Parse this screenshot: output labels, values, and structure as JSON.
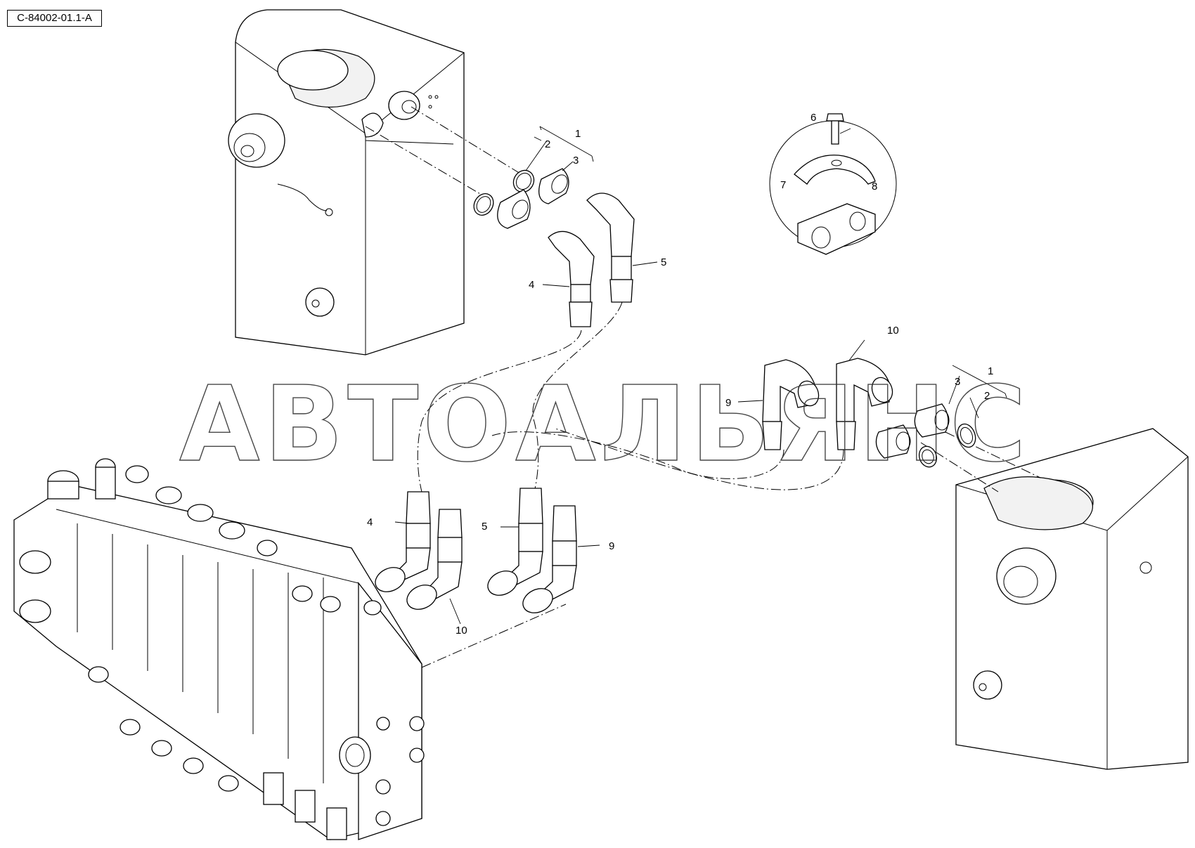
{
  "figure": {
    "reference_code": "C-84002-01.1-A",
    "watermark": "АВТОАЛЬЯНС"
  },
  "callouts": {
    "c1a": "1",
    "c2a": "2",
    "c3a": "3",
    "c4a": "4",
    "c5a": "5",
    "c6": "6",
    "c7": "7",
    "c8": "8",
    "c10a": "10",
    "c9a": "9",
    "c1b": "1",
    "c3b": "3",
    "c2b": "2",
    "c4b": "4",
    "c5b": "5",
    "c9b": "9",
    "c10b": "10"
  }
}
